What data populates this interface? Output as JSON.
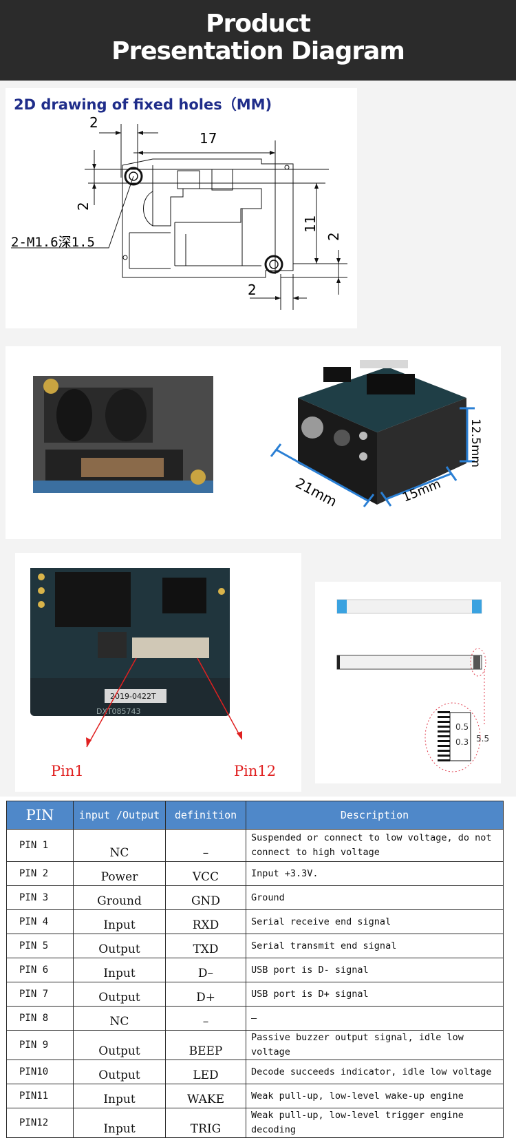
{
  "header": {
    "line1": "Product",
    "line2": "Presentation Diagram"
  },
  "drawing": {
    "title": "2D drawing of fixed holes（MM)",
    "dims": {
      "d2_top": "2",
      "d17": "17",
      "d2_left": "2",
      "d11": "11",
      "d2_right": "2",
      "d2_bottom": "2"
    },
    "hole_label": "2-M1.6深1.5"
  },
  "photo_dims": {
    "length": "21mm",
    "width": "15mm",
    "height": "12.5mm"
  },
  "board": {
    "sticker": "2019-0422T",
    "serial": "DXT085743"
  },
  "pins_labels": {
    "pin1": "Pin1",
    "pin12": "Pin12"
  },
  "fpc": {
    "pitch": "0.5",
    "contact": "0.3",
    "width": "5.5"
  },
  "table": {
    "headers": [
      "PIN",
      "input /Output",
      "definition",
      "Description"
    ],
    "rows": [
      {
        "pin": "PIN 1",
        "io": "NC",
        "def": "–",
        "desc": "Suspended or connect to low voltage, do not connect to high voltage"
      },
      {
        "pin": "PIN 2",
        "io": "Power",
        "def": "VCC",
        "desc": "Input +3.3V."
      },
      {
        "pin": "PIN 3",
        "io": "Ground",
        "def": "GND",
        "desc": "Ground"
      },
      {
        "pin": "PIN 4",
        "io": "Input",
        "def": "RXD",
        "desc": "Serial receive end signal"
      },
      {
        "pin": "PIN 5",
        "io": "Output",
        "def": "TXD",
        "desc": "Serial transmit end signal"
      },
      {
        "pin": "PIN 6",
        "io": "Input",
        "def": "D–",
        "desc": "USB port is D- signal"
      },
      {
        "pin": "PIN 7",
        "io": "Output",
        "def": "D+",
        "desc": "USB port is D+ signal"
      },
      {
        "pin": "PIN 8",
        "io": "NC",
        "def": "–",
        "desc": "–"
      },
      {
        "pin": "PIN 9",
        "io": "Output",
        "def": "BEEP",
        "desc": "Passive buzzer output signal, idle low voltage"
      },
      {
        "pin": "PIN10",
        "io": "Output",
        "def": "LED",
        "desc": "Decode succeeds indicator, idle low voltage"
      },
      {
        "pin": "PIN11",
        "io": "Input",
        "def": "WAKE",
        "desc": "Weak pull-up, low-level wake-up engine"
      },
      {
        "pin": "PIN12",
        "io": "Input",
        "def": "TRIG",
        "desc": "Weak pull-up, low-level trigger engine decoding"
      }
    ]
  },
  "colors": {
    "header_bg": "#2b2b2b",
    "table_header": "#4f88c9",
    "title_blue": "#1f2d8a",
    "callout_red": "#e02020",
    "dim_blue": "#2a7fd4"
  }
}
